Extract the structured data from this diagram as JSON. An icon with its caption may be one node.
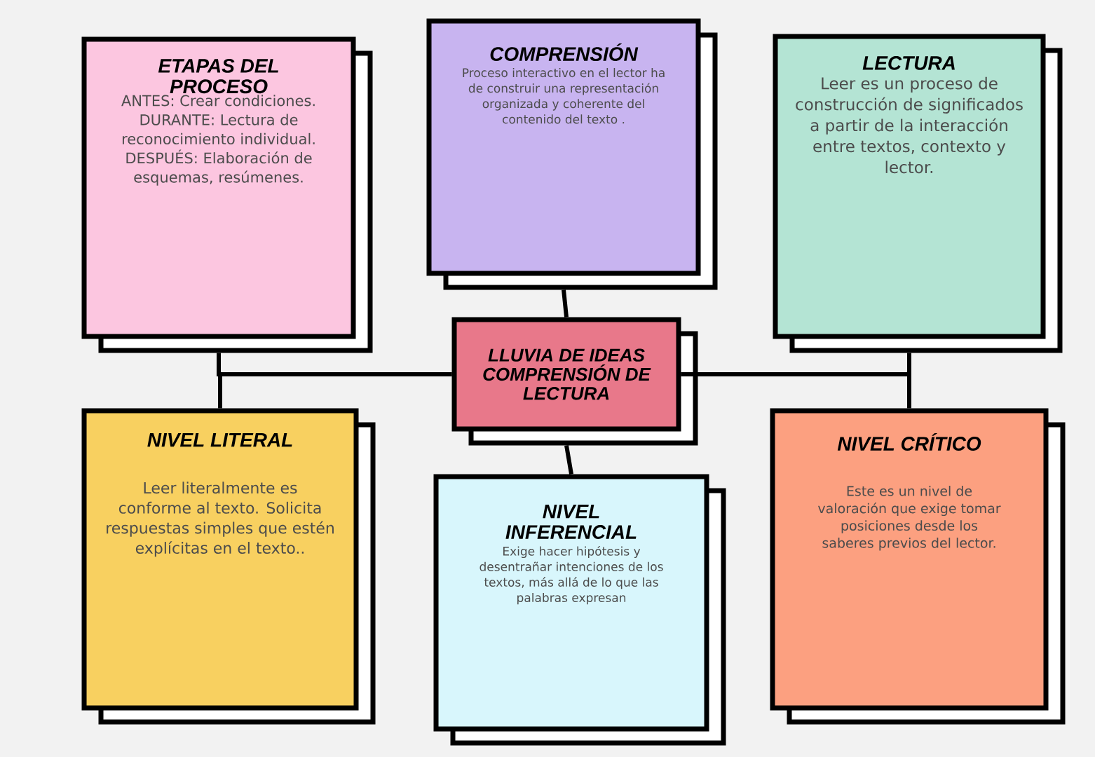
{
  "diagram": {
    "nodes": [
      {
        "text": [
          "LLUVIA DE IDEAS COMPRENSIÓN DE LECTURA"
        ]
      },
      {
        "text": [
          "ETAPAS DEL PROCESO",
          "ANTES: Crear condiciones. DURANTE: Lectura de reconocimiento individual. DESPUÉS: Elaboración de esquemas, resúmenes."
        ]
      },
      {
        "text": [
          "COMPRENSIÓN",
          "Proceso interactivo en el lector ha de construir una representación organizada y coherente del contenido del texto ."
        ]
      },
      {
        "text": [
          "LECTURA",
          "Leer es un proceso de construcción de significados a partir de la interacción entre textos, contexto y lector."
        ]
      },
      {
        "text": [
          "NIVEL LITERAL",
          "Leer literalmente es conforme al texto. Solicita respuestas simples que estén explícitas en el texto.."
        ]
      },
      {
        "text": [
          "NIVEL INFERENCIAL",
          "Exige hacer hipótesis y desentrañar intenciones de los textos, más allá de lo que las palabras expresan"
        ]
      },
      {
        "text": [
          "NIVEL CRÍTICO",
          "Este es un nivel de valoración que exige tomar posiciones desde los saberes previos del lector."
        ]
      }
    ],
    "edges": [
      {
        "from": 0,
        "to": 1,
        "arrow": "none"
      },
      {
        "from": 0,
        "to": 4,
        "arrow": "none"
      },
      {
        "from": 0,
        "to": 2,
        "arrow": "none"
      },
      {
        "from": 0,
        "to": 5,
        "arrow": "none"
      },
      {
        "from": 0,
        "to": 3,
        "arrow": "none"
      },
      {
        "from": 0,
        "to": 6,
        "arrow": "none"
      }
    ]
  }
}
